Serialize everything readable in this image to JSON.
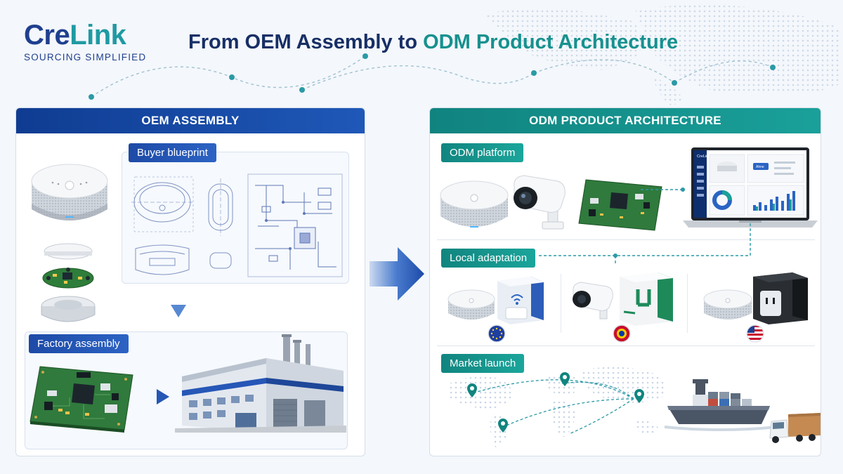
{
  "brand": {
    "name_part1": "Cre",
    "name_part2": "Link",
    "tagline": "SOURCING SIMPLIFIED",
    "color_primary": "#1f3f8f",
    "color_accent": "#1f9aa3"
  },
  "title": {
    "part1": "From OEM Assembly to",
    "part2": "ODM Product Architecture"
  },
  "oem": {
    "header": "OEM ASSEMBLY",
    "blueprint_label": "Buyer blueprint",
    "factory_label": "Factory assembly",
    "color": "#1d4aa6"
  },
  "odm": {
    "header": "ODM PRODUCT ARCHITECTURE",
    "platform_label": "ODM platform",
    "adaptation_label": "Local adaptation",
    "launch_label": "Market launch",
    "dashboard_logo": "CreLink",
    "dashboard_button": "Ahne",
    "color": "#11857f"
  },
  "icons": [
    "smart-speaker-icon",
    "security-camera-icon",
    "circuit-board-icon",
    "laptop-dashboard-icon",
    "factory-icon",
    "cargo-ship-icon",
    "truck-icon",
    "location-pin-icon",
    "eu-flag-icon",
    "asean-flag-icon",
    "us-flag-icon"
  ]
}
